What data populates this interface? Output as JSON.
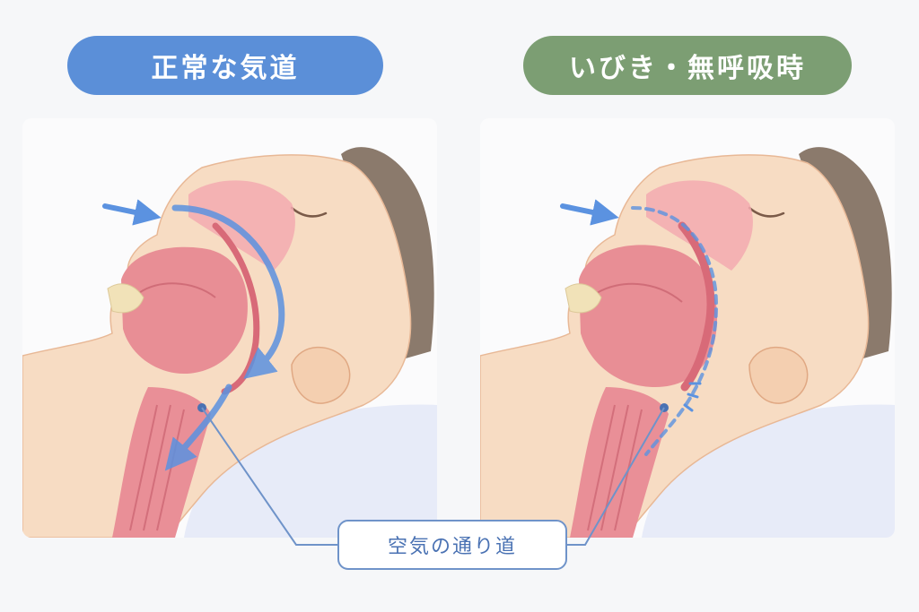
{
  "headers": {
    "normal": {
      "label": "正常な気道",
      "color": "#5b8fd8"
    },
    "snoring": {
      "label": "いびき・無呼吸時",
      "color": "#7c9e73"
    }
  },
  "callout": {
    "label": "空気の通り道"
  },
  "colors": {
    "skin": "#f7dcc3",
    "hair": "#8b7a6c",
    "tissue": "#e88e95",
    "airflow": "#5b92e0",
    "pillow": "#e7ebf8"
  },
  "icons": [
    "airflow-arrow-icon",
    "vibration-lines-icon"
  ]
}
